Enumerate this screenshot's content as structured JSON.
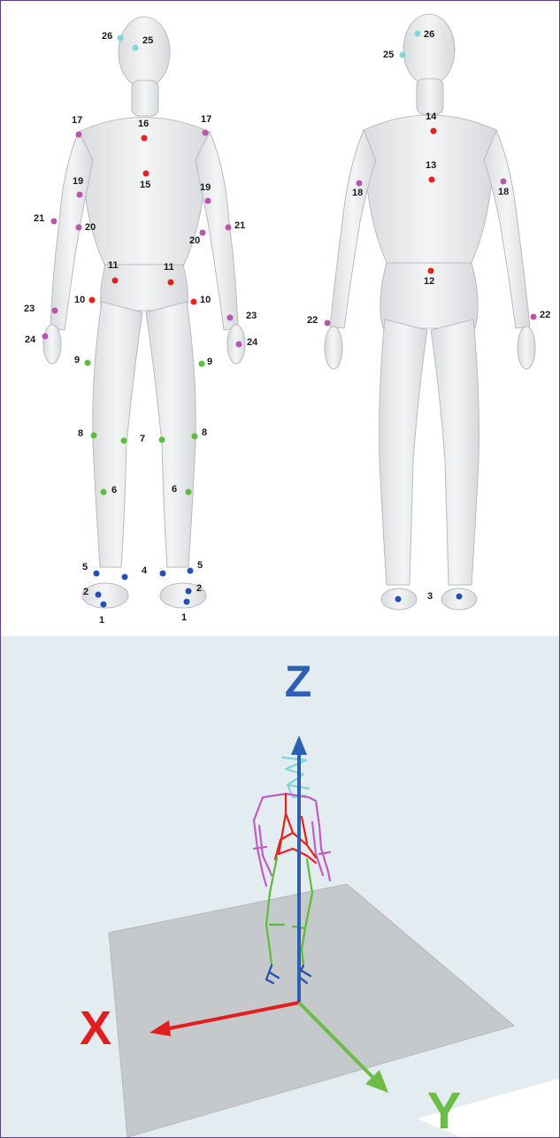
{
  "colors": {
    "marker_red": "#e8201c",
    "marker_magenta": "#b955b0",
    "marker_green": "#5bbd3c",
    "marker_blue": "#2450b4",
    "marker_cyan": "#7fd6d6",
    "axis_x": "#e31e1e",
    "axis_y": "#6cbd45",
    "axis_z": "#2d5fb5",
    "bottom_bg": "#e3edf1",
    "floor": "#c6c9cb"
  },
  "marker_labels": {
    "m1": "1",
    "m2": "2",
    "m3": "3",
    "m4": "4",
    "m5": "5",
    "m6": "6",
    "m7": "7",
    "m8": "8",
    "m9": "9",
    "m10": "10",
    "m11": "11",
    "m12": "12",
    "m13": "13",
    "m14": "14",
    "m15": "15",
    "m16": "16",
    "m17": "17",
    "m18": "18",
    "m19": "19",
    "m20": "20",
    "m21": "21",
    "m22": "22",
    "m23": "23",
    "m24": "24",
    "m25": "25",
    "m26": "26"
  },
  "axes": {
    "x": "X",
    "y": "Y",
    "z": "Z"
  }
}
